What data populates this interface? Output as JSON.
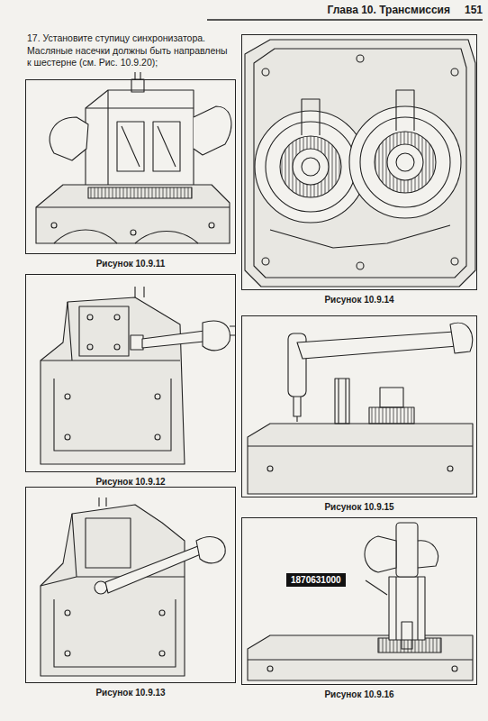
{
  "diagram": {
    "nodes": [
      {
        "text": [
          "Рисунок 10.9.11"
        ]
      },
      {
        "text": [
          "Рисунок 10.9.14"
        ]
      },
      {
        "text": [
          "Рисунок 10.9.12"
        ]
      },
      {
        "text": [
          "Рисунок 10.9.15"
        ]
      },
      {
        "text": [
          "Рисунок 10.9.13"
        ]
      },
      {
        "text": [
          "Рисунок 10.9.16"
        ]
      },
      {
        "text": [
          "1870631000"
        ],
        "in": 5
      }
    ],
    "labels": [
      "Глава 10. Трансмиссия",
      "151",
      "17. Установите ступицу синхронизатора. Масляные насечки должны быть направлены к шестерне (см. Рис. 10.9.20);"
    ]
  }
}
